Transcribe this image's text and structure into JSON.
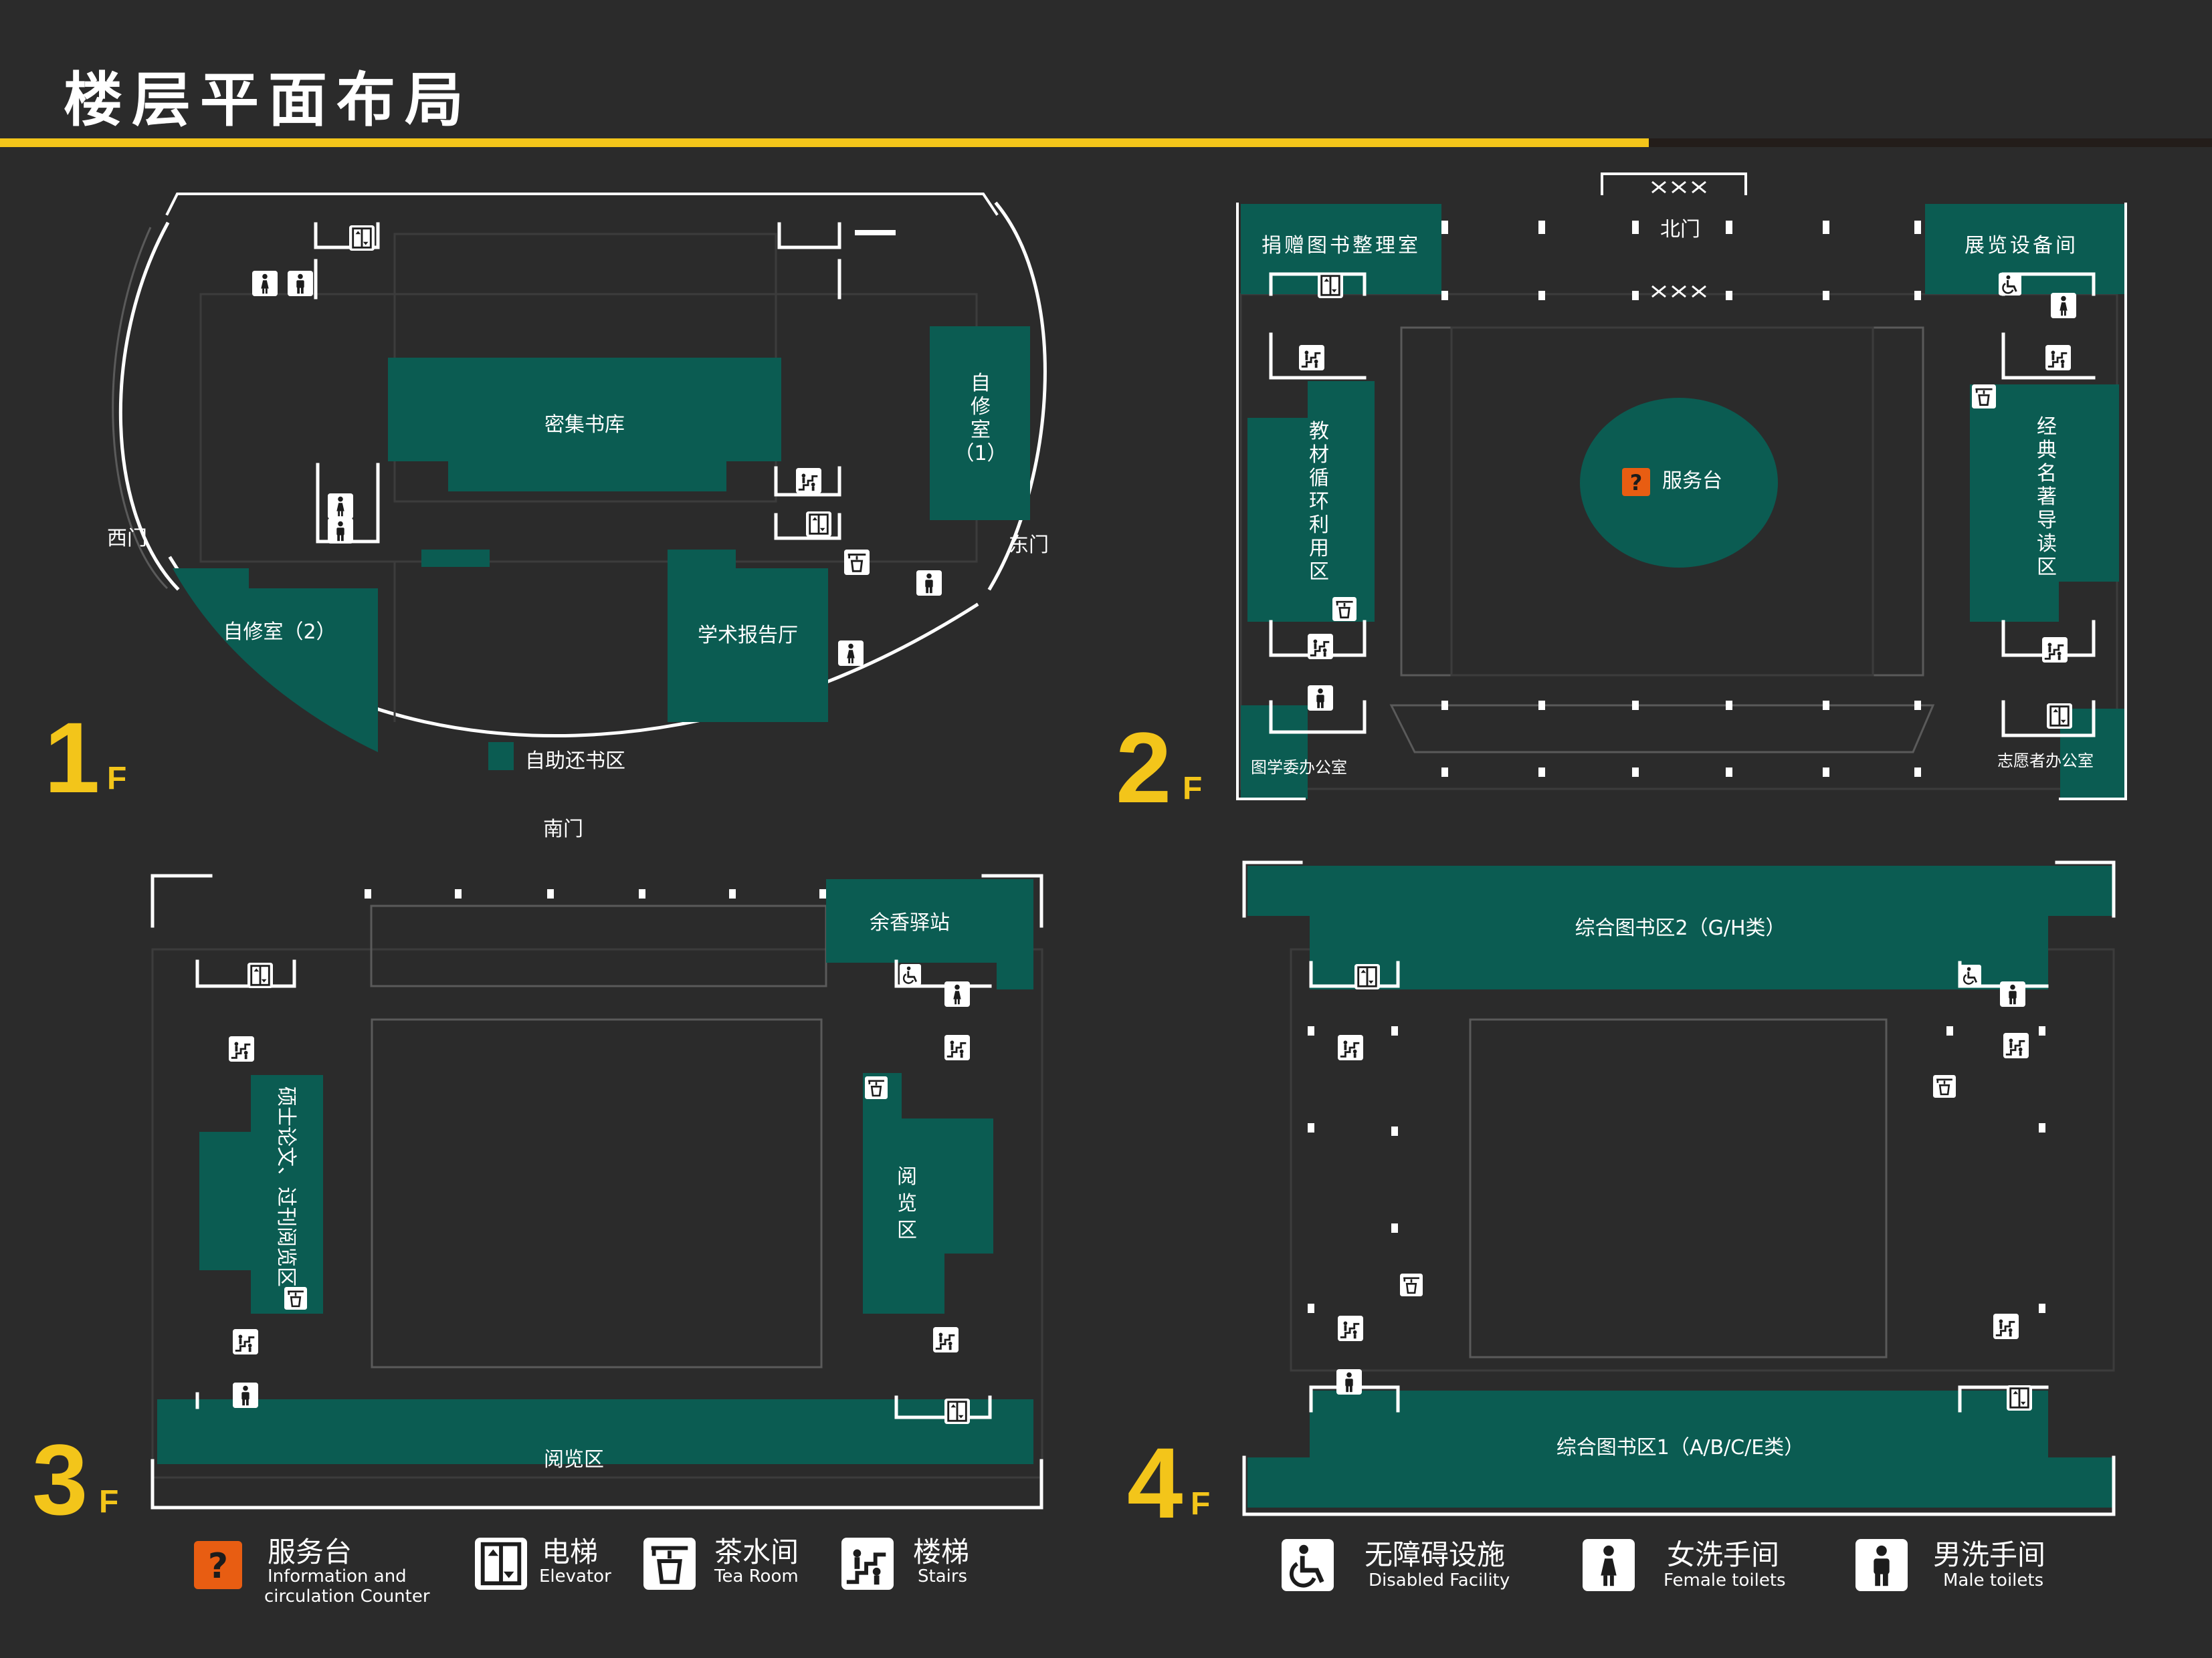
{
  "header": {
    "title": "楼层平面布局",
    "bar_color": "#f3c51a"
  },
  "colors": {
    "background": "#2b2b2b",
    "room": "#0b5c52",
    "accent": "#f3c51a",
    "service_icon": "#e85d12"
  },
  "floor1": {
    "number": "1",
    "suffix": "F",
    "rooms": {
      "dense_stacks": "密集书库",
      "self_study_1": [
        "自",
        "修",
        "室",
        "（1）"
      ],
      "self_study_2": "自修室（2）",
      "lecture_hall": "学术报告厅",
      "self_return": "自助还书区"
    },
    "doors": {
      "west": "西门",
      "east": "东门",
      "south": "南门"
    }
  },
  "floor2": {
    "number": "2",
    "suffix": "F",
    "rooms": {
      "donated_books": "捐赠图书整理室",
      "exhibition_equipment": "展览设备间",
      "textbook_recycle": [
        "教",
        "材",
        "循",
        "环",
        "利",
        "用",
        "区"
      ],
      "classics_reading": [
        "经",
        "典",
        "名",
        "著",
        "导",
        "读",
        "区"
      ],
      "service_desk": "服务台",
      "student_committee": "图学委办公室",
      "volunteer_office": "志愿者办公室"
    },
    "doors": {
      "north": "北门"
    }
  },
  "floor3": {
    "number": "3",
    "suffix": "F",
    "rooms": {
      "yuxiang_station": "余香驿站",
      "thesis_reading": "硕士论文、过刊阅览区",
      "reading_right": [
        "阅",
        "览",
        "区"
      ],
      "reading_bottom": "阅览区"
    }
  },
  "floor4": {
    "number": "4",
    "suffix": "F",
    "rooms": {
      "general_2": "综合图书区2（G/H类）",
      "general_1": "综合图书区1（A/B/C/E类）"
    }
  },
  "legend": [
    {
      "icon": "question-icon",
      "title": "服务台",
      "subtitle": [
        "Information and",
        "circulation Counter"
      ]
    },
    {
      "icon": "elevator-icon",
      "title": "电梯",
      "subtitle": [
        "Elevator"
      ]
    },
    {
      "icon": "tea-icon",
      "title": "茶水间",
      "subtitle": [
        "Tea Room"
      ]
    },
    {
      "icon": "stairs-icon",
      "title": "楼梯",
      "subtitle": [
        "Stairs"
      ]
    },
    {
      "icon": "wheelchair-icon",
      "title": "无障碍设施",
      "subtitle": [
        "Disabled Facility"
      ]
    },
    {
      "icon": "female-icon",
      "title": "女洗手间",
      "subtitle": [
        "Female toilets"
      ]
    },
    {
      "icon": "male-icon",
      "title": "男洗手间",
      "subtitle": [
        "Male toilets"
      ]
    }
  ]
}
